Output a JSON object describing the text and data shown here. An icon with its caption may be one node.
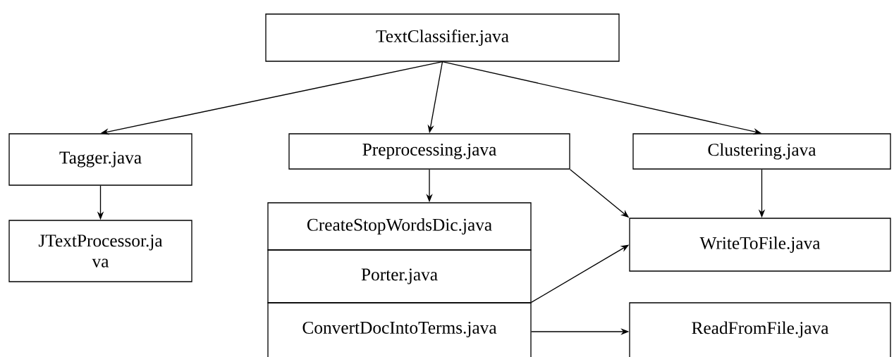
{
  "diagram": {
    "nodes": [
      {
        "text": [
          "TextClassifier.java"
        ]
      },
      {
        "text": [
          "Tagger.java"
        ]
      },
      {
        "text": [
          "Preprocessing.java"
        ]
      },
      {
        "text": [
          "Clustering.java"
        ]
      },
      {
        "text": [
          "JTextProcessor.ja va"
        ]
      },
      {
        "text": [
          "CreateStopWordsDic.java"
        ]
      },
      {
        "text": [
          "Porter.java"
        ]
      },
      {
        "text": [
          "ConvertDocIntoTerms.java"
        ]
      },
      {
        "text": [
          "WriteToFile.java"
        ]
      },
      {
        "text": [
          "ReadFromFile.java"
        ]
      }
    ],
    "edges": [
      {
        "from": 0,
        "to": 1,
        "arrow": "to"
      },
      {
        "from": 0,
        "to": 2,
        "arrow": "to"
      },
      {
        "from": 0,
        "to": 3,
        "arrow": "to"
      },
      {
        "from": 1,
        "to": 4,
        "arrow": "to"
      },
      {
        "from": 2,
        "to": 5,
        "arrow": "to"
      },
      {
        "from": 2,
        "to": 8,
        "arrow": "to"
      },
      {
        "from": 3,
        "to": 8,
        "arrow": "to"
      },
      {
        "from": 7,
        "to": 8,
        "arrow": "to"
      },
      {
        "from": 7,
        "to": 9,
        "arrow": "to"
      }
    ]
  }
}
